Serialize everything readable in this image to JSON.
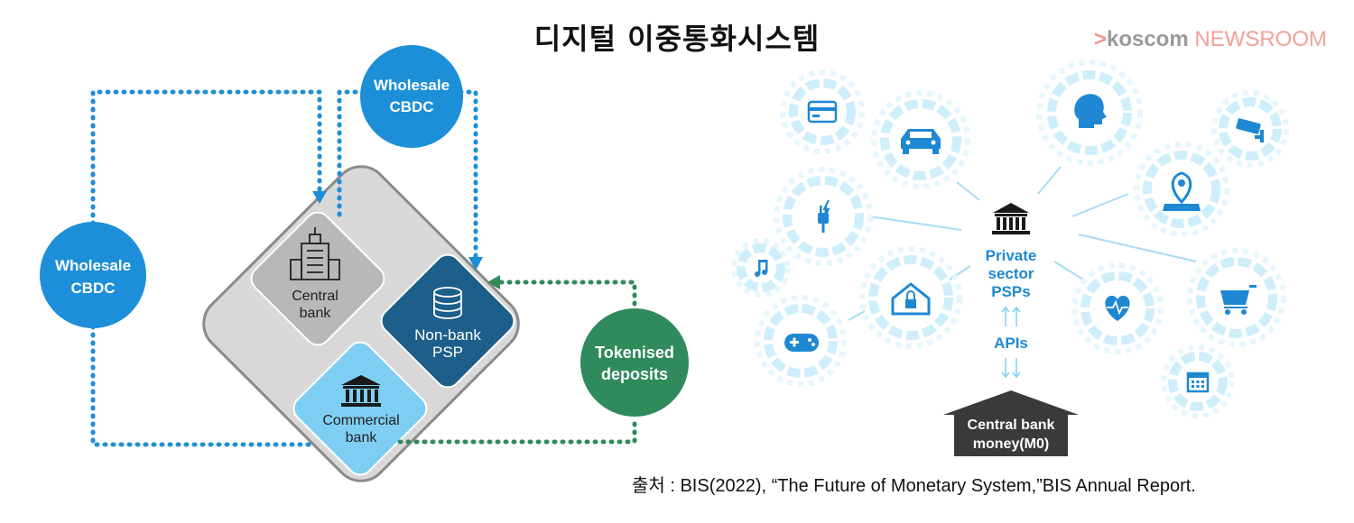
{
  "title": "디지털 이중통화시스템",
  "brand": {
    "arrow": ">",
    "name": "koscom",
    "suffix": " NEWSROOM"
  },
  "source": "출처 : BIS(2022), “The Future of Monetary System,”BIS Annual Report.",
  "left": {
    "wholesale_top": [
      "Wholesale",
      "CBDC"
    ],
    "wholesale_left": [
      "Wholesale",
      "CBDC"
    ],
    "tokenised": [
      "Tokenised",
      "deposits"
    ],
    "central_bank": [
      "Central",
      "bank"
    ],
    "nonbank_psp": [
      "Non-bank",
      "PSP"
    ],
    "commercial_bank": [
      "Commercial",
      "bank"
    ]
  },
  "right": {
    "private_psps": [
      "Private",
      "sector",
      "PSPs"
    ],
    "apis": "APIs",
    "central_money": [
      "Central bank",
      "money(M0)"
    ]
  },
  "colors": {
    "blue_dark": "#1b75bc",
    "blue_circle": "#1d8fd8",
    "blue_light": "#7ecef3",
    "green": "#2f8a5c",
    "grey_box": "#d9d9d9",
    "navy": "#1d5f8a",
    "text_blue": "#1e88d2",
    "house": "#3a3a3a"
  },
  "icons": [
    "credit-card-icon",
    "car-icon",
    "head-icon",
    "camera-icon",
    "plug-icon",
    "location-pin-icon",
    "music-icon",
    "home-lock-icon",
    "heart-icon",
    "cart-icon",
    "gamepad-icon",
    "calendar-icon",
    "bank-icon",
    "building-icon",
    "database-icon"
  ]
}
